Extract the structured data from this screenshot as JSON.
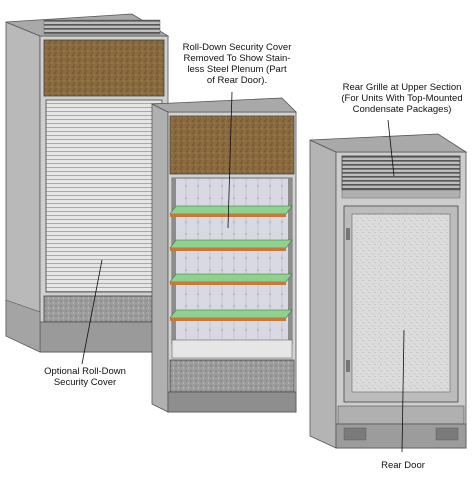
{
  "callouts": {
    "roll_down_removed": "Roll-Down Security Cover\nRemoved To Show Stain-\nless Steel Plenum  (Part\nof Rear Door).",
    "rear_grille": "Rear Grille at Upper Section\n(For Units With Top-Mounted\nCondensate Packages)",
    "optional_cover": "Optional Roll-Down\nSecurity Cover",
    "rear_door": "Rear Door"
  },
  "colors": {
    "cabinet_steel": "#c9c9c9",
    "cabinet_dark": "#8e8e8e",
    "wood_panel": "#8a6a3f",
    "shelf_green": "#8fd18e",
    "shelf_edge": "#c7783a",
    "plenum": "#d7d7e2",
    "speckle_panel": "#e0e0e0"
  }
}
